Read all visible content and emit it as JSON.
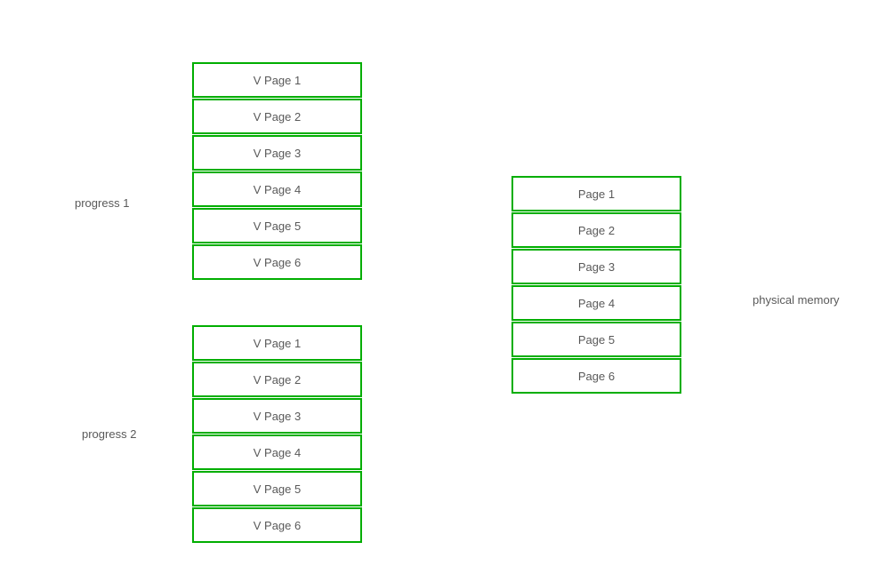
{
  "colors": {
    "box_border_green": "#00ae00",
    "text_gray": "#595959",
    "background": "#ffffff"
  },
  "process1": {
    "label": "progress 1",
    "rows": [
      "V Page 1",
      "V Page 2",
      "V Page 3",
      "V Page 4",
      "V Page 5",
      "V Page 6"
    ]
  },
  "process2": {
    "label": "progress 2",
    "rows": [
      "V Page 1",
      "V Page 2",
      "V Page 3",
      "V Page 4",
      "V Page 5",
      "V Page 6"
    ]
  },
  "physical_memory": {
    "label": "physical memory",
    "rows": [
      "Page 1",
      "Page 2",
      "Page 3",
      "Page 4",
      "Page 5",
      "Page 6"
    ]
  }
}
